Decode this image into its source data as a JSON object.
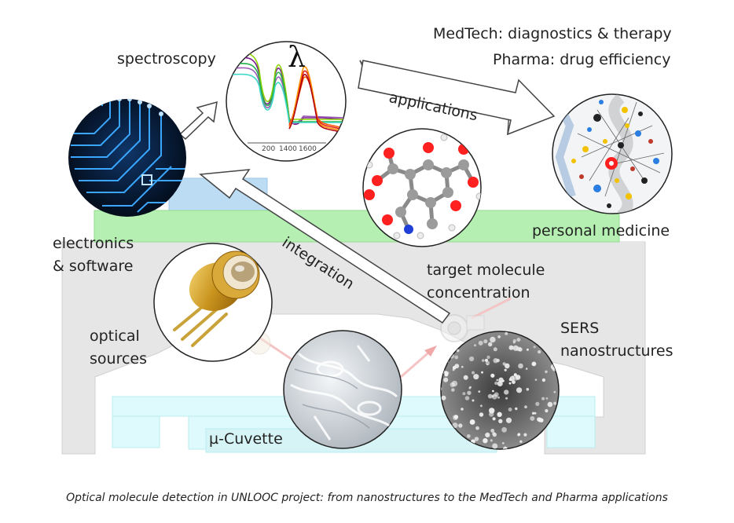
{
  "header": {
    "medtech": "MedTech: diagnostics & therapy",
    "pharma": "Pharma: drug efficiency"
  },
  "labels": {
    "spectroscopy": "spectroscopy",
    "lambda": "λ",
    "applications": "applications",
    "integration": "integration",
    "electronics_line1": "electronics",
    "electronics_line2": "& software",
    "personal_medicine": "personal medicine",
    "target_line1": "target molecule",
    "target_line2": "concentration",
    "optical_line1": "optical",
    "optical_line2": "sources",
    "sers_line1": "SERS",
    "sers_line2": "nanostructures",
    "cuvette": "µ-Cuvette"
  },
  "spectrum_ticks": [
    "200",
    "1400",
    "1600"
  ],
  "caption": "Optical molecule detection in UNLOOC project: from nanostructures to the MedTech and Pharma applications",
  "colors": {
    "green_band": "#b5f0b2",
    "blue_block": "#bcdcf4",
    "cyan": "#dffafc",
    "gray_panel": "#e6e6e6",
    "circuit_bg": "#06142e",
    "circuit_line": "#3aa6ff"
  }
}
